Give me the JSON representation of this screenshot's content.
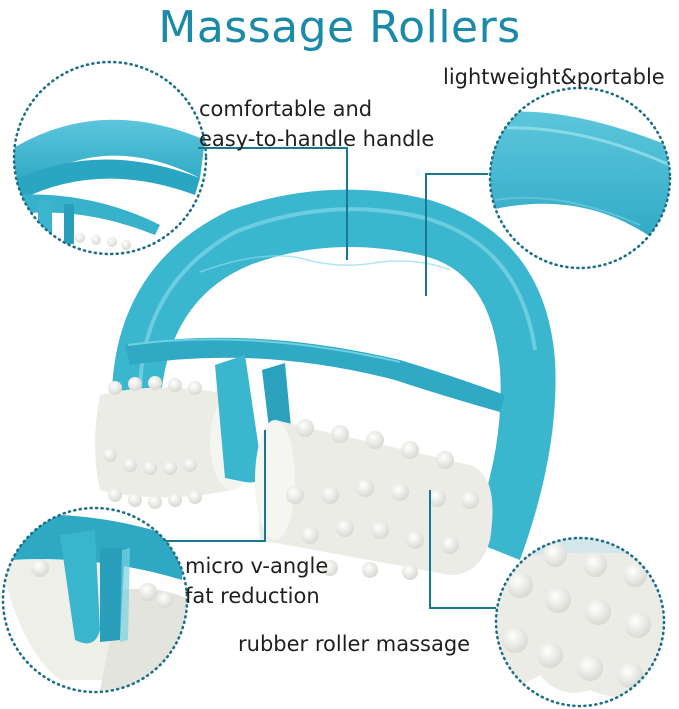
{
  "title": "Massage Rollers",
  "colors": {
    "title": "#1a8aa8",
    "plastic": "#3bb6cf",
    "plastic_dark": "#1f9bb8",
    "plastic_light": "#79d2e3",
    "roller": "#eeeeea",
    "roller_shade": "#d8d8d2",
    "leader": "#17788f",
    "dots": "#1d6f86"
  },
  "callouts": [
    {
      "id": "handle",
      "lines": [
        "comfortable and",
        "easy-to-handle handle"
      ]
    },
    {
      "id": "portable",
      "lines": [
        "lightweight&portable"
      ]
    },
    {
      "id": "vangle",
      "lines": [
        "micro v-angle",
        "fat reduction"
      ]
    },
    {
      "id": "rubber",
      "lines": [
        "rubber roller massage"
      ]
    }
  ],
  "detail_circles": [
    {
      "id": "top-left",
      "depicts": "handle close-up"
    },
    {
      "id": "top-right",
      "depicts": "handle arc close-up"
    },
    {
      "id": "bottom-left",
      "depicts": "v-angle bracket close-up"
    },
    {
      "id": "bottom-right",
      "depicts": "rubber nubs close-up"
    }
  ]
}
